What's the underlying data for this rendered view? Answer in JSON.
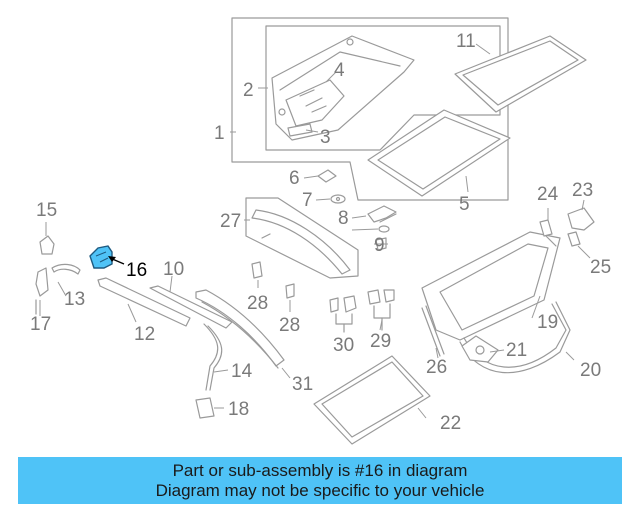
{
  "diagram": {
    "highlight_color": "#4fc3f7",
    "highlighted_part": "16",
    "callouts": [
      "1",
      "2",
      "3",
      "4",
      "5",
      "6",
      "7",
      "8",
      "9",
      "10",
      "11",
      "12",
      "13",
      "14",
      "15",
      "16",
      "17",
      "18",
      "19",
      "20",
      "21",
      "22",
      "23",
      "24",
      "25",
      "26",
      "27",
      "28",
      "28",
      "29",
      "30",
      "31"
    ]
  },
  "caption": {
    "line1": "Part or sub-assembly is #16 in diagram",
    "line2": "Diagram may not be specific to your vehicle"
  }
}
